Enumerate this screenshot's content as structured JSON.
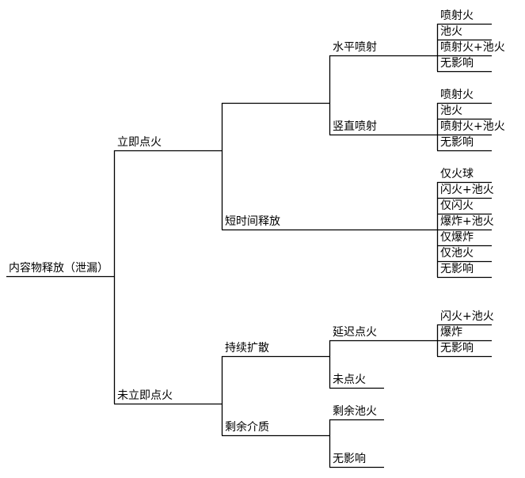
{
  "root": "内容物释放（泄漏）",
  "level1": {
    "immediate": "立即点火",
    "not_immediate": "未立即点火"
  },
  "immediate": {
    "horizontal": "水平喷射",
    "vertical": "竖直喷射",
    "short": "短时间释放",
    "horizontal_outcomes": [
      "喷射火",
      "池火",
      "喷射火+池火",
      "无影响"
    ],
    "vertical_outcomes": [
      "喷射火",
      "池火",
      "喷射火+池火",
      "无影响"
    ],
    "short_outcomes": [
      "仅火球",
      "闪火+池火",
      "仅闪火",
      "爆炸+池火",
      "仅爆炸",
      "仅池火",
      "无影响"
    ]
  },
  "not_immediate": {
    "continuous": "持续扩散",
    "residual": "剩余介质",
    "delayed": "延迟点火",
    "no_ignition": "未点火",
    "delayed_outcomes": [
      "闪火+池火",
      "爆炸",
      "无影响"
    ],
    "residual_pool_fire": "剩余池火",
    "residual_no_effect": "无影响"
  }
}
